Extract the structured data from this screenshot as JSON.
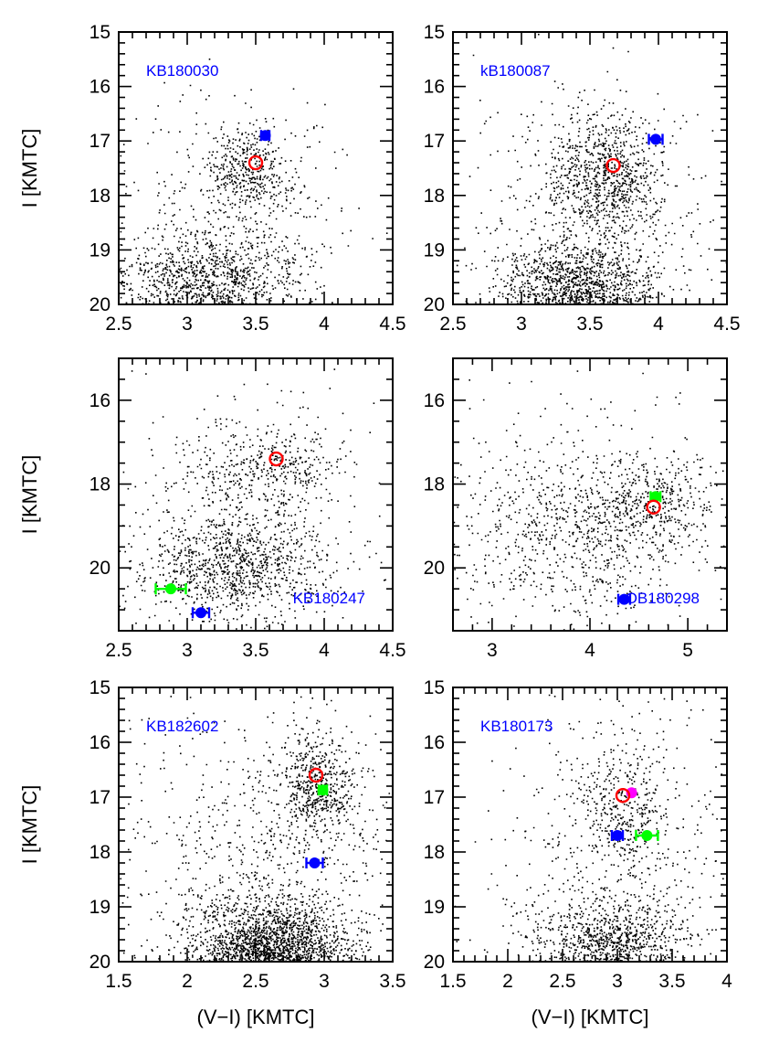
{
  "figure": {
    "width": 830,
    "height": 1153
  },
  "colors": {
    "stars": "#000000",
    "red_clump": "#ff0000",
    "source_blue": "#0000ff",
    "source_green": "#00ff00",
    "source_magenta": "#ff00ff",
    "label": "#0000ff"
  },
  "chart_data": [
    {
      "type": "scatter",
      "label": "KB180030",
      "ylabel": "I [KMTC]",
      "xlabel": "",
      "xlim": [
        2.5,
        4.5
      ],
      "ylim": [
        20,
        15
      ],
      "xticks": [
        2.5,
        3,
        3.5,
        4,
        4.5
      ],
      "xtick_labels": [
        "2.5",
        "3",
        "3.5",
        "4",
        "4.5"
      ],
      "yticks": [
        15,
        16,
        17,
        18,
        19,
        20
      ],
      "ytick_labels": [
        "15",
        "16",
        "17",
        "18",
        "19",
        "20"
      ],
      "x_minor": 0.1,
      "y_minor": 0.2,
      "label_pos": "top-left",
      "stars": {
        "n": 1900,
        "components": [
          {
            "w": 0.6,
            "cx": 3.15,
            "cy": 19.6,
            "sx": 0.35,
            "sy": 0.45
          },
          {
            "w": 0.22,
            "cx": 3.45,
            "cy": 17.6,
            "sx": 0.17,
            "sy": 0.45
          },
          {
            "w": 0.18,
            "cx": 3.3,
            "cy": 18.3,
            "sx": 0.45,
            "sy": 1.1
          }
        ]
      },
      "markers": [
        {
          "kind": "source",
          "color": "#0000ff",
          "x": 3.57,
          "y": 16.9,
          "xerr": 0.03,
          "yerr": 0.05
        },
        {
          "kind": "rc",
          "x": 3.5,
          "y": 17.4
        }
      ]
    },
    {
      "type": "scatter",
      "label": "kB180087",
      "ylabel": "",
      "xlabel": "",
      "xlim": [
        2.5,
        4.5
      ],
      "ylim": [
        20,
        15
      ],
      "xticks": [
        2.5,
        3,
        3.5,
        4,
        4.5
      ],
      "xtick_labels": [
        "2.5",
        "3",
        "3.5",
        "4",
        "4.5"
      ],
      "yticks": [
        15,
        16,
        17,
        18,
        19,
        20
      ],
      "ytick_labels": [
        "15",
        "16",
        "17",
        "18",
        "19",
        "20"
      ],
      "x_minor": 0.1,
      "y_minor": 0.2,
      "label_pos": "top-left",
      "stars": {
        "n": 2600,
        "components": [
          {
            "w": 0.5,
            "cx": 3.4,
            "cy": 19.7,
            "sx": 0.28,
            "sy": 0.4
          },
          {
            "w": 0.3,
            "cx": 3.6,
            "cy": 17.6,
            "sx": 0.2,
            "sy": 0.55
          },
          {
            "w": 0.2,
            "cx": 3.5,
            "cy": 18.3,
            "sx": 0.45,
            "sy": 1.2
          }
        ]
      },
      "markers": [
        {
          "kind": "source",
          "color": "#0000ff",
          "x": 3.98,
          "y": 16.97,
          "xerr": 0.05,
          "yerr": 0.05
        },
        {
          "kind": "rc",
          "x": 3.67,
          "y": 17.45
        }
      ]
    },
    {
      "type": "scatter",
      "label": "KB180247",
      "ylabel": "I [KMTC]",
      "xlabel": "",
      "xlim": [
        2.5,
        4.5
      ],
      "ylim": [
        21.5,
        15
      ],
      "xticks": [
        2.5,
        3,
        3.5,
        4,
        4.5
      ],
      "xtick_labels": [
        "2.5",
        "3",
        "3.5",
        "4",
        "4.5"
      ],
      "yticks": [
        16,
        18,
        20
      ],
      "ytick_labels": [
        "16",
        "18",
        "20"
      ],
      "x_minor": 0.1,
      "y_minor": 0.5,
      "label_pos": "bottom-right",
      "stars": {
        "n": 1700,
        "components": [
          {
            "w": 0.55,
            "cx": 3.35,
            "cy": 20.0,
            "sx": 0.35,
            "sy": 0.6
          },
          {
            "w": 0.2,
            "cx": 3.6,
            "cy": 17.5,
            "sx": 0.25,
            "sy": 0.45
          },
          {
            "w": 0.25,
            "cx": 3.4,
            "cy": 18.6,
            "sx": 0.55,
            "sy": 1.4
          }
        ]
      },
      "markers": [
        {
          "kind": "source",
          "color": "#00ff00",
          "x": 2.88,
          "y": 20.5,
          "xerr": 0.11,
          "yerr": 0.1
        },
        {
          "kind": "source",
          "color": "#0000ff",
          "x": 3.1,
          "y": 21.07,
          "xerr": 0.06,
          "yerr": 0.08
        },
        {
          "kind": "rc",
          "x": 3.65,
          "y": 17.4
        }
      ]
    },
    {
      "type": "scatter",
      "label": "OB180298",
      "ylabel": "",
      "xlabel": "",
      "xlim": [
        2.6,
        5.4
      ],
      "ylim": [
        21.5,
        15
      ],
      "xticks": [
        3,
        4,
        5
      ],
      "xtick_labels": [
        "3",
        "4",
        "5"
      ],
      "yticks": [
        16,
        18,
        20
      ],
      "ytick_labels": [
        "16",
        "18",
        "20"
      ],
      "x_minor": 0.2,
      "y_minor": 0.5,
      "label_pos": "bottom-right",
      "stars": {
        "n": 1300,
        "components": [
          {
            "w": 0.5,
            "cx": 3.9,
            "cy": 19.4,
            "sx": 0.6,
            "sy": 1.0
          },
          {
            "w": 0.3,
            "cx": 4.6,
            "cy": 18.5,
            "sx": 0.35,
            "sy": 0.55
          },
          {
            "w": 0.2,
            "cx": 3.6,
            "cy": 18.2,
            "sx": 0.75,
            "sy": 1.4
          }
        ]
      },
      "markers": [
        {
          "kind": "source",
          "color": "#00ff00",
          "x": 4.67,
          "y": 18.3,
          "xerr": 0.05,
          "yerr": 0.05
        },
        {
          "kind": "source",
          "color": "#0000ff",
          "x": 4.35,
          "y": 20.75,
          "xerr": 0.06,
          "yerr": 0.1
        },
        {
          "kind": "rc",
          "x": 4.65,
          "y": 18.55
        }
      ]
    },
    {
      "type": "scatter",
      "label": "KB182602",
      "ylabel": "I [KMTC]",
      "xlabel": "(V−I) [KMTC]",
      "xlim": [
        1.5,
        3.5
      ],
      "ylim": [
        20,
        15
      ],
      "xticks": [
        1.5,
        2,
        2.5,
        3,
        3.5
      ],
      "xtick_labels": [
        "1.5",
        "2",
        "2.5",
        "3",
        "3.5"
      ],
      "yticks": [
        15,
        16,
        17,
        18,
        19,
        20
      ],
      "ytick_labels": [
        "15",
        "16",
        "17",
        "18",
        "19",
        "20"
      ],
      "x_minor": 0.1,
      "y_minor": 0.2,
      "label_pos": "top-left",
      "stars": {
        "n": 4200,
        "components": [
          {
            "w": 0.65,
            "cx": 2.6,
            "cy": 19.9,
            "sx": 0.28,
            "sy": 0.5
          },
          {
            "w": 0.12,
            "cx": 2.95,
            "cy": 16.8,
            "sx": 0.13,
            "sy": 0.45
          },
          {
            "w": 0.23,
            "cx": 2.6,
            "cy": 18.3,
            "sx": 0.55,
            "sy": 1.6
          }
        ]
      },
      "markers": [
        {
          "kind": "source",
          "color": "#00ff00",
          "x": 2.99,
          "y": 16.87,
          "xerr": 0.03,
          "yerr": 0.05
        },
        {
          "kind": "source",
          "color": "#0000ff",
          "x": 2.93,
          "y": 18.2,
          "xerr": 0.06,
          "yerr": 0.05
        },
        {
          "kind": "rc",
          "x": 2.94,
          "y": 16.6
        }
      ]
    },
    {
      "type": "scatter",
      "label": "KB180173",
      "ylabel": "",
      "xlabel": "(V−I) [KMTC]",
      "xlim": [
        1.5,
        4
      ],
      "ylim": [
        20,
        15
      ],
      "xticks": [
        1.5,
        2,
        2.5,
        3,
        3.5,
        4
      ],
      "xtick_labels": [
        "1.5",
        "2",
        "2.5",
        "3",
        "3.5",
        "4"
      ],
      "yticks": [
        15,
        16,
        17,
        18,
        19,
        20
      ],
      "ytick_labels": [
        "15",
        "16",
        "17",
        "18",
        "19",
        "20"
      ],
      "x_minor": 0.1,
      "y_minor": 0.2,
      "label_pos": "top-left",
      "stars": {
        "n": 1900,
        "components": [
          {
            "w": 0.55,
            "cx": 2.95,
            "cy": 19.7,
            "sx": 0.35,
            "sy": 0.45
          },
          {
            "w": 0.2,
            "cx": 3.05,
            "cy": 17.2,
            "sx": 0.2,
            "sy": 0.7
          },
          {
            "w": 0.25,
            "cx": 3.0,
            "cy": 18.2,
            "sx": 0.6,
            "sy": 1.5
          }
        ]
      },
      "markers": [
        {
          "kind": "source",
          "color": "#0000ff",
          "x": 3.0,
          "y": 17.7,
          "xerr": 0.05,
          "yerr": 0.05
        },
        {
          "kind": "source",
          "color": "#00ff00",
          "x": 3.27,
          "y": 17.7,
          "xerr": 0.1,
          "yerr": 0.05
        },
        {
          "kind": "source",
          "color": "#ff00ff",
          "x": 3.13,
          "y": 16.92,
          "xerr": 0.0,
          "yerr": 0.0
        },
        {
          "kind": "rc",
          "x": 3.05,
          "y": 16.97
        }
      ]
    }
  ]
}
